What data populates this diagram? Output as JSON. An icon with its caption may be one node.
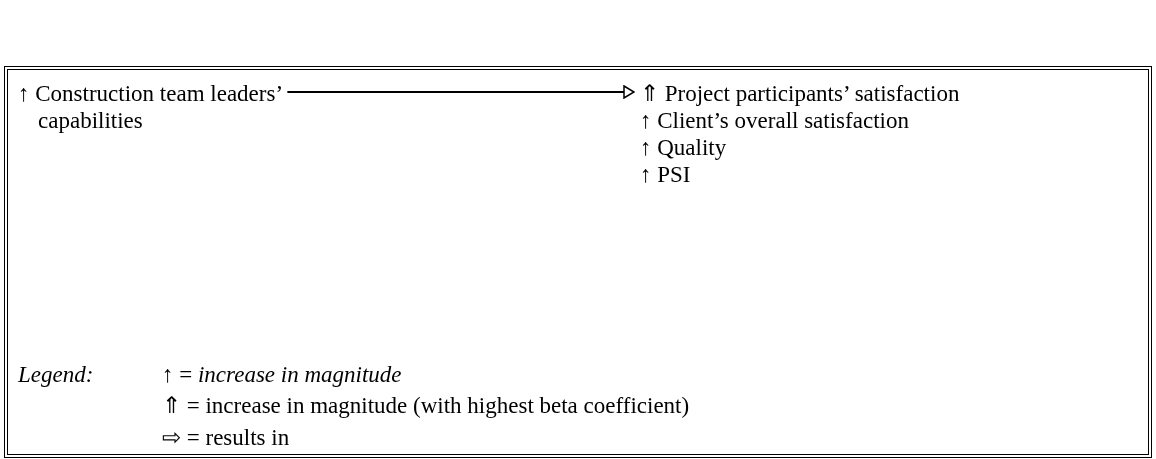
{
  "diagram": {
    "nodes": [
      {
        "text": [
          "↑ Construction team leaders’ capabilities"
        ]
      },
      {
        "text": [
          "⇑ Project participants’ satisfaction",
          "↑ Client’s overall satisfaction",
          "↑ Quality",
          "↑ PSI"
        ]
      }
    ],
    "edges": [
      {
        "from": 0,
        "to": 1,
        "arrow": "to"
      }
    ],
    "labels": [
      "Legend:"
    ],
    "legend": [
      {
        "text": "↑ = *increase in magnitude*"
      },
      {
        "text": "⇑ = increase in magnitude (with highest beta coefficient)"
      },
      {
        "text": "⇨ = results in"
      }
    ]
  }
}
